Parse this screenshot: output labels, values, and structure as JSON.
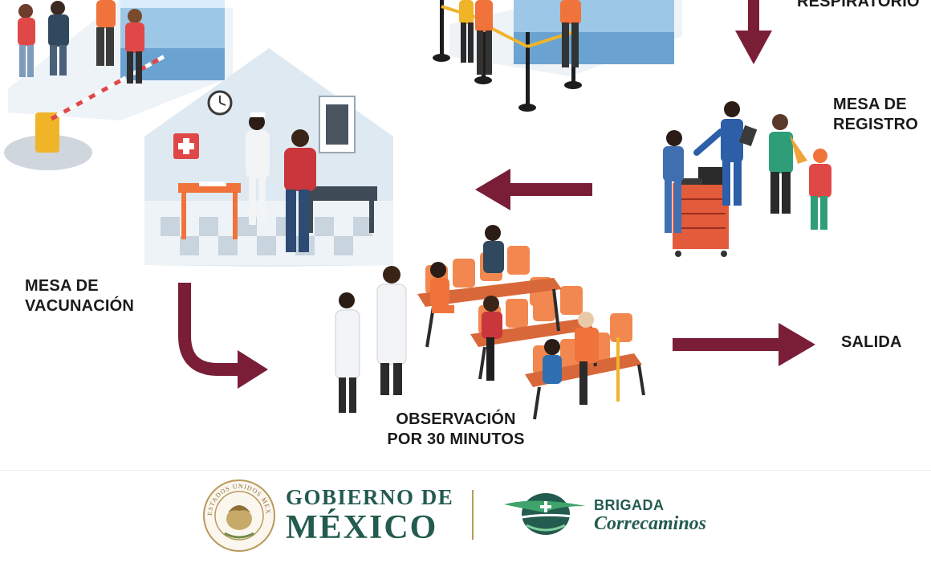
{
  "diagram": {
    "steps": {
      "respiratorio": "RESPIRATORIO",
      "registro": [
        "MESA DE",
        "REGISTRO"
      ],
      "vacunacion": [
        "MESA DE",
        "VACUNACIÓN"
      ],
      "observacion": [
        "OBSERVACIÓN",
        "POR 30 MINUTOS"
      ],
      "salida": "SALIDA"
    },
    "colors": {
      "arrow": "#7a1e38",
      "label": "#1b1b1b",
      "accent_orange": "#f0733b",
      "accent_blue": "#3f6fb0"
    }
  },
  "footer": {
    "seal_text": "ESTADOS UNIDOS MEXICANOS",
    "gobierno_line1": "GOBIERNO DE",
    "gobierno_line2": "MÉXICO",
    "brigada_line1": "BRIGADA",
    "brigada_line2": "Correcaminos",
    "colors": {
      "green": "#235b4e",
      "gold": "#b99a5a"
    },
    "icons": [
      "mexico-seal-icon",
      "roadrunner-logo-icon"
    ]
  }
}
